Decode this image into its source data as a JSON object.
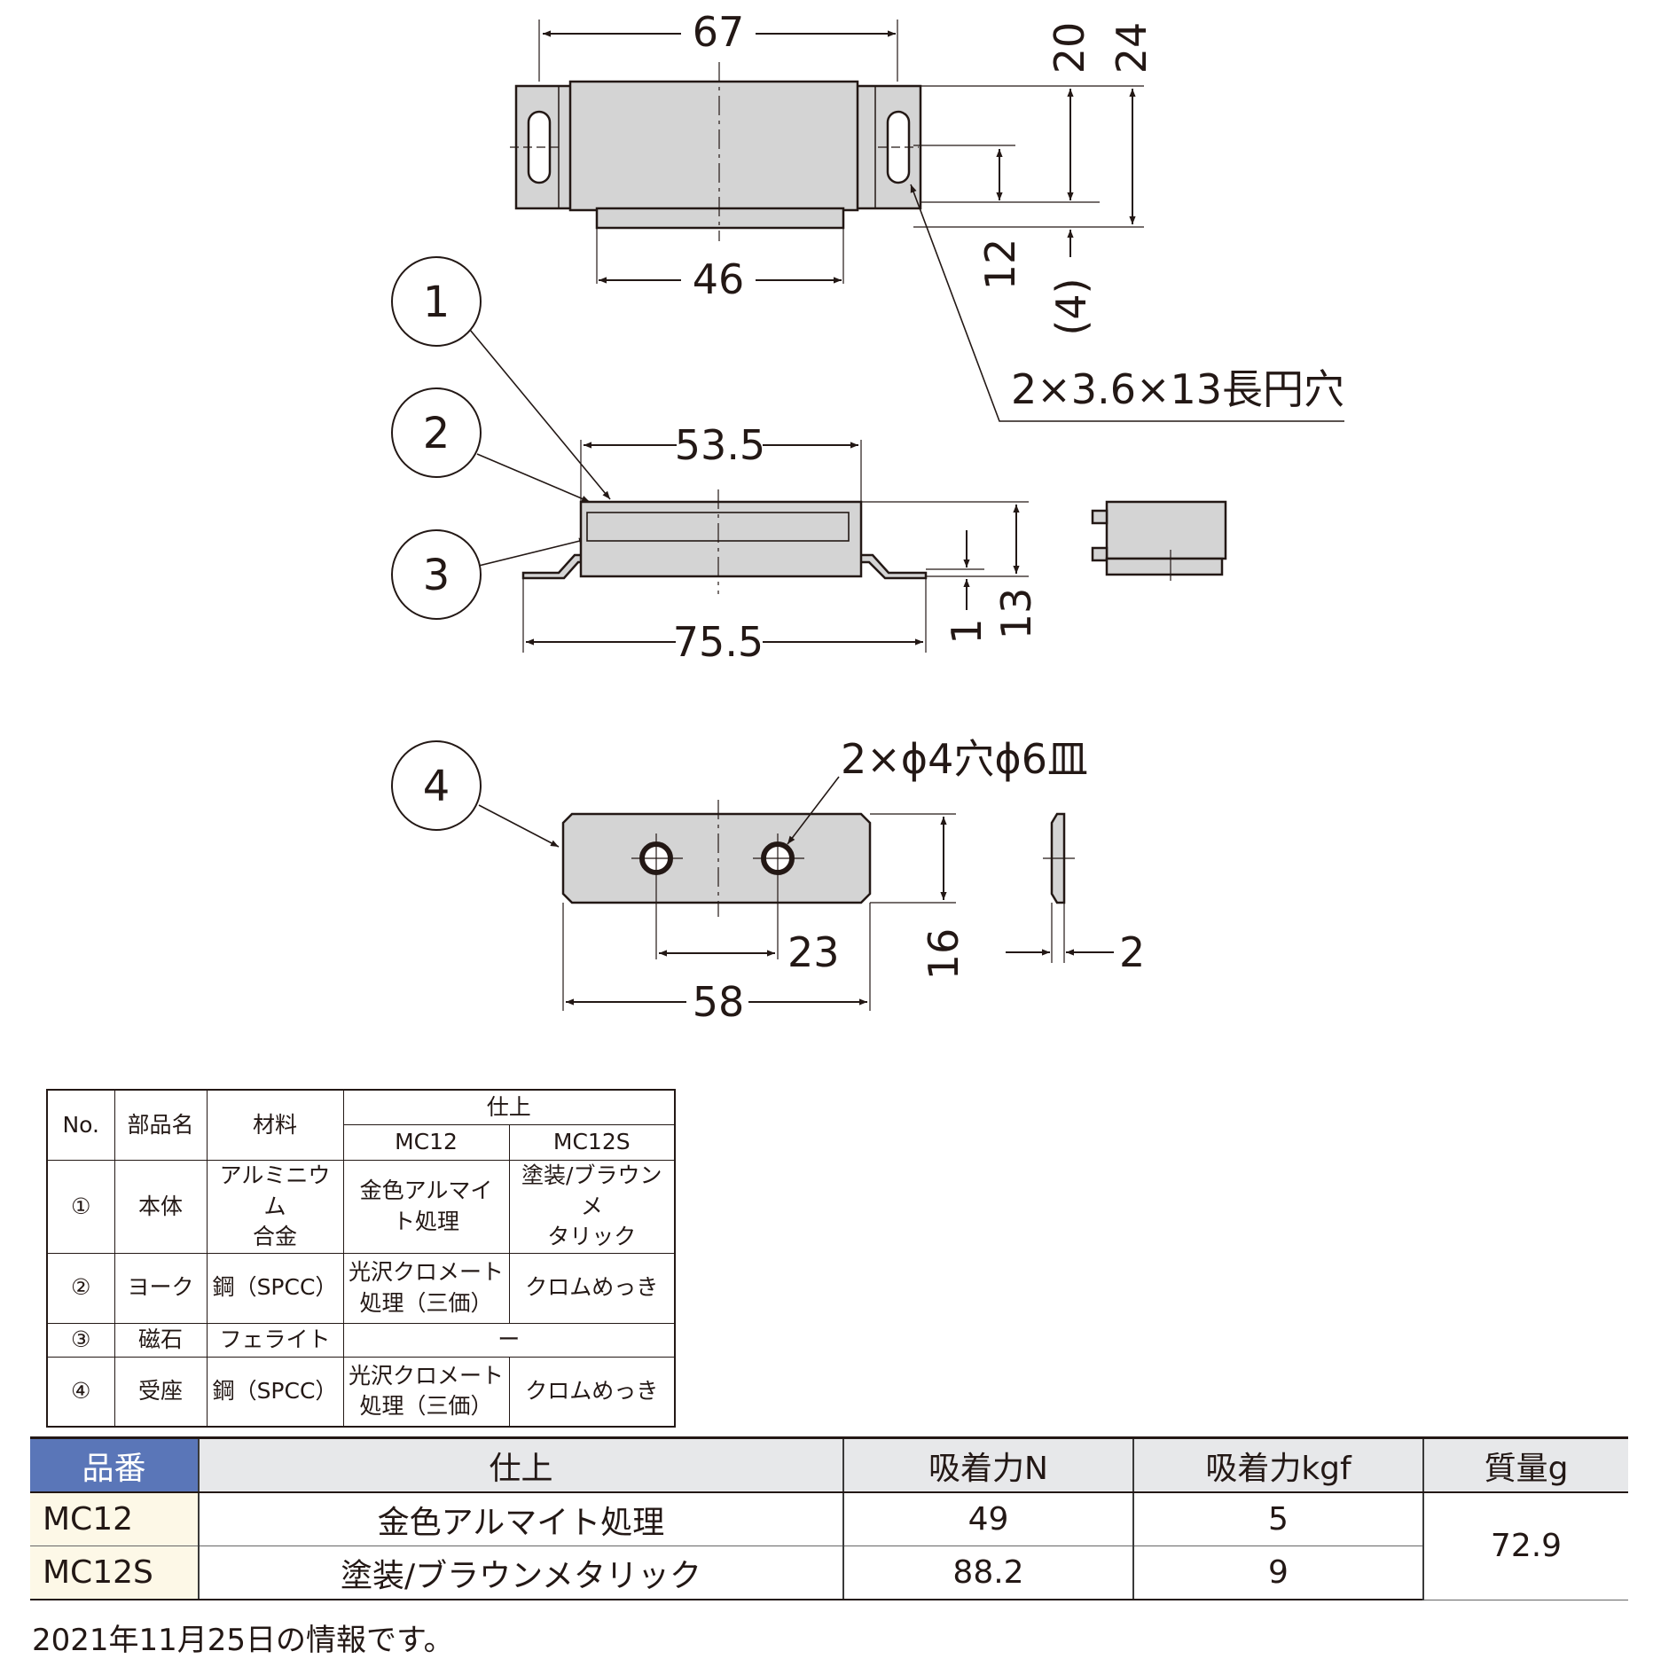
{
  "dimensions": {
    "top_width": "67",
    "inner_width": "46",
    "height_a": "20",
    "height_b": "24",
    "hole_pitch": "12",
    "offset": "(4)",
    "slot_spec": "2×3.6×13長円穴",
    "body_width": "53.5",
    "overall_width": "75.5",
    "thickness": "13",
    "base": "1",
    "hole_spec": "2×ϕ4穴ϕ6皿",
    "hole_distance": "23",
    "plate_width": "58",
    "plate_height": "16",
    "plate_thickness": "2"
  },
  "callouts": [
    "1",
    "2",
    "3",
    "4"
  ],
  "parts_table": {
    "headers": {
      "no": "No.",
      "name": "部品名",
      "material": "材料",
      "finish": "仕上",
      "mc12": "MC12",
      "mc12s": "MC12S"
    },
    "rows": [
      {
        "no": "①",
        "name": "本体",
        "material_1": "アルミニウム",
        "material_2": "合金",
        "mc12_1": "金色アルマイ",
        "mc12_2": "ト処理",
        "mc12s_1": "塗装/ブラウンメ",
        "mc12s_2": "タリック"
      },
      {
        "no": "②",
        "name": "ヨーク",
        "material": "鋼（SPCC）",
        "mc12_1": "光沢クロメート",
        "mc12_2": "処理（三価）",
        "mc12s": "クロムめっき"
      },
      {
        "no": "③",
        "name": "磁石",
        "material": "フェライト",
        "finish": "ー"
      },
      {
        "no": "④",
        "name": "受座",
        "material": "鋼（SPCC）",
        "mc12_1": "光沢クロメート",
        "mc12_2": "処理（三価）",
        "mc12s": "クロムめっき"
      }
    ]
  },
  "spec_table": {
    "headers": [
      "品番",
      "仕上",
      "吸着力N",
      "吸着力kgf",
      "質量g"
    ],
    "rows": [
      {
        "model": "MC12",
        "finish": "金色アルマイト処理",
        "force_n": "49",
        "force_kgf": "5"
      },
      {
        "model": "MC12S",
        "finish": "塗装/ブラウンメタリック",
        "force_n": "88.2",
        "force_kgf": "9"
      }
    ],
    "mass": "72.9"
  },
  "footer": "2021年11月25日の情報です。",
  "colors": {
    "part_fill": "#d4d4d4",
    "line": "#231815",
    "header_accent": "#5a76b8",
    "header_bg": "#e7e8ea",
    "key_bg": "#fdf8e7"
  }
}
